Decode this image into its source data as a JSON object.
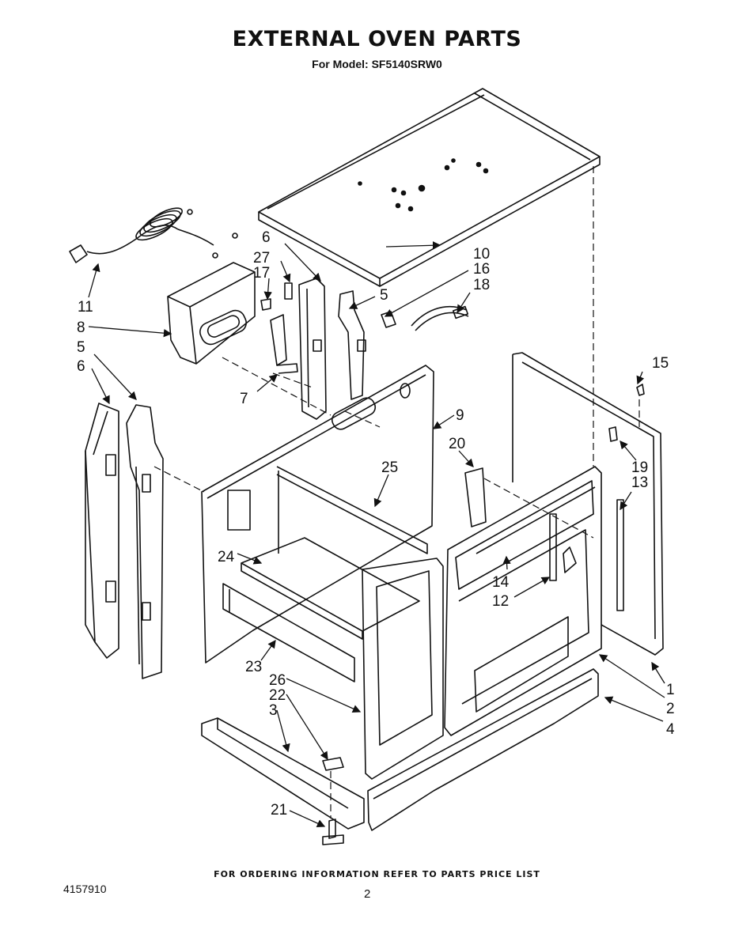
{
  "header": {
    "title": "EXTERNAL OVEN PARTS",
    "model": "For Model: SF5140SRW0"
  },
  "callouts": {
    "c1": "1",
    "c2": "2",
    "c3": "3",
    "c4": "4",
    "c5a": "5",
    "c5b": "5",
    "c6a": "6",
    "c6b": "6",
    "c7": "7",
    "c8": "8",
    "c9": "9",
    "c10": "10",
    "c11": "11",
    "c12": "12",
    "c13": "13",
    "c14": "14",
    "c15": "15",
    "c16": "16",
    "c17": "17",
    "c18": "18",
    "c19": "19",
    "c20": "20",
    "c21": "21",
    "c22": "22",
    "c23": "23",
    "c24": "24",
    "c25": "25",
    "c26": "26",
    "c27": "27"
  },
  "footer": {
    "ordering_note": "FOR ORDERING INFORMATION REFER TO PARTS PRICE LIST",
    "doc_number": "4157910",
    "page_number": "2"
  }
}
